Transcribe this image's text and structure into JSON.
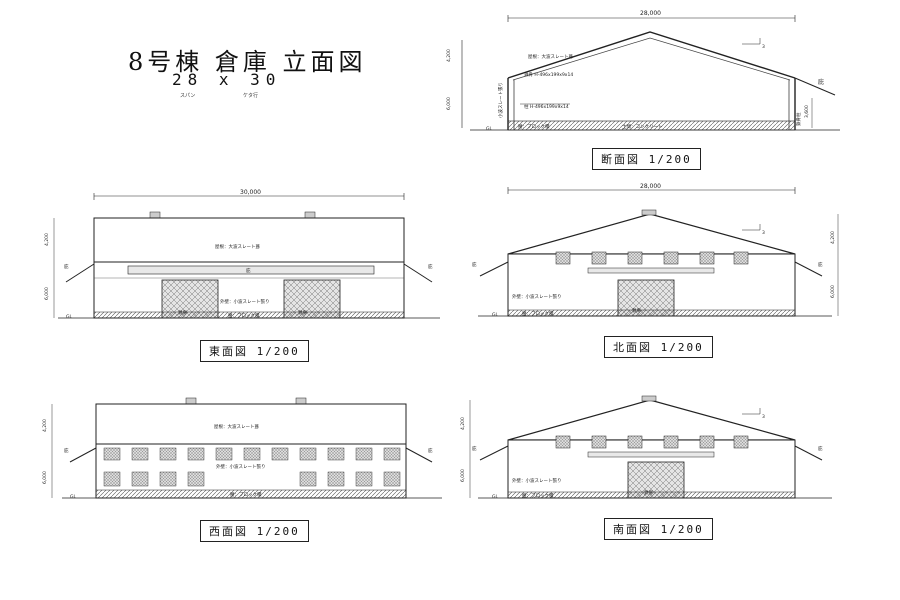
{
  "sheet": {
    "title": "8号棟 倉庫 立面図",
    "subtitle": "28 x 30",
    "subnote_left": "スパン",
    "subnote_right": "ケタ行"
  },
  "views": {
    "section": {
      "caption": "断面図 1/200",
      "overall_dim": "28,000",
      "height_upper": "4,200",
      "height_lower": "6,000",
      "eave_right": "3,600",
      "roof_note": "屋根：大波スレート葺",
      "truss_note_1": "鉄骨 H-496x199x9x14",
      "truss_note_2": "柱 H-496x199x9x14",
      "wall_note": "小波スレート張り",
      "column_note": "鉄骨柱",
      "floor_left": "腰：ブロック積",
      "floor_right": "土間：コンクリート",
      "gl": "GL",
      "slope": "3",
      "canopy": "庇"
    },
    "east": {
      "caption": "東面図 1/200",
      "overall_dim": "30,000",
      "height_upper": "4,200",
      "height_lower": "6,000",
      "roof_note": "屋根：大波スレート葺",
      "canopy": "庇",
      "wall_note": "外壁：小波スレート張り",
      "door_note": "鉄扉",
      "base_note": "腰：ブロック積",
      "gl": "GL"
    },
    "north": {
      "caption": "北面図 1/200",
      "overall_dim": "28,000",
      "height_upper": "4,200",
      "height_lower": "6,000",
      "wall_note": "外壁：小波スレート張り",
      "door_note": "鉄扉",
      "base_note": "腰：ブロック積",
      "slope": "3",
      "gl": "GL",
      "canopy": "庇"
    },
    "west": {
      "caption": "西面図 1/200",
      "height_upper": "4,200",
      "height_lower": "6,000",
      "roof_note": "屋根：大波スレート葺",
      "wall_note": "外壁：小波スレート張り",
      "base_note": "腰：ブロック積",
      "gl": "GL",
      "canopy": "庇"
    },
    "south": {
      "caption": "南面図 1/200",
      "height_upper": "4,200",
      "height_lower": "6,000",
      "wall_note": "外壁：小波スレート張り",
      "door_note": "鉄扉",
      "base_note": "腰：ブロック積",
      "slope": "3",
      "gl": "GL",
      "canopy": "庇"
    }
  }
}
